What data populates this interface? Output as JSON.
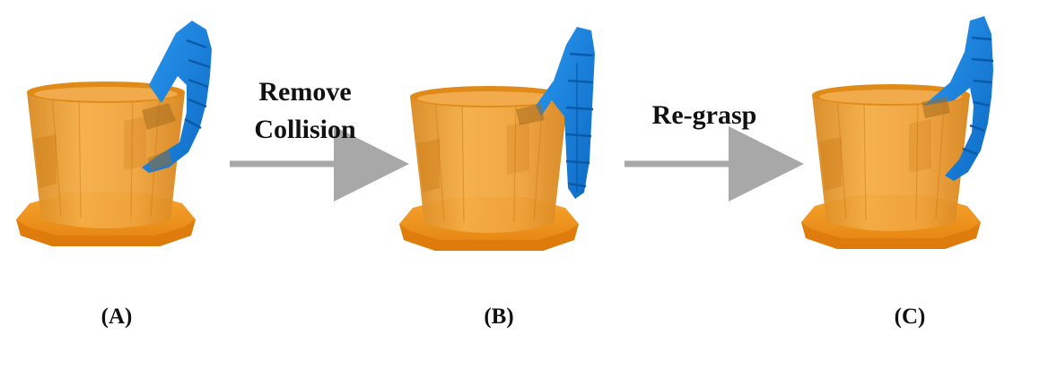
{
  "figure": {
    "panels": [
      {
        "id": "A",
        "label": "(A)",
        "state": "initial grasp with hand penetrating cup"
      },
      {
        "id": "B",
        "label": "(B)",
        "state": "hand moved out of collision"
      },
      {
        "id": "C",
        "label": "(C)",
        "state": "final re-grasp"
      }
    ],
    "arrows": [
      {
        "label_lines": [
          "Remove",
          "Collision"
        ]
      },
      {
        "label_lines": [
          "Re-grasp"
        ]
      }
    ],
    "colors": {
      "cup_body": "#f0a030",
      "cup_dark": "#d07a10",
      "saucer": "#ef8f18",
      "hand": "#1a86e0",
      "hand_dark": "#0f5fae",
      "arrow": "#a8a8a8"
    }
  }
}
